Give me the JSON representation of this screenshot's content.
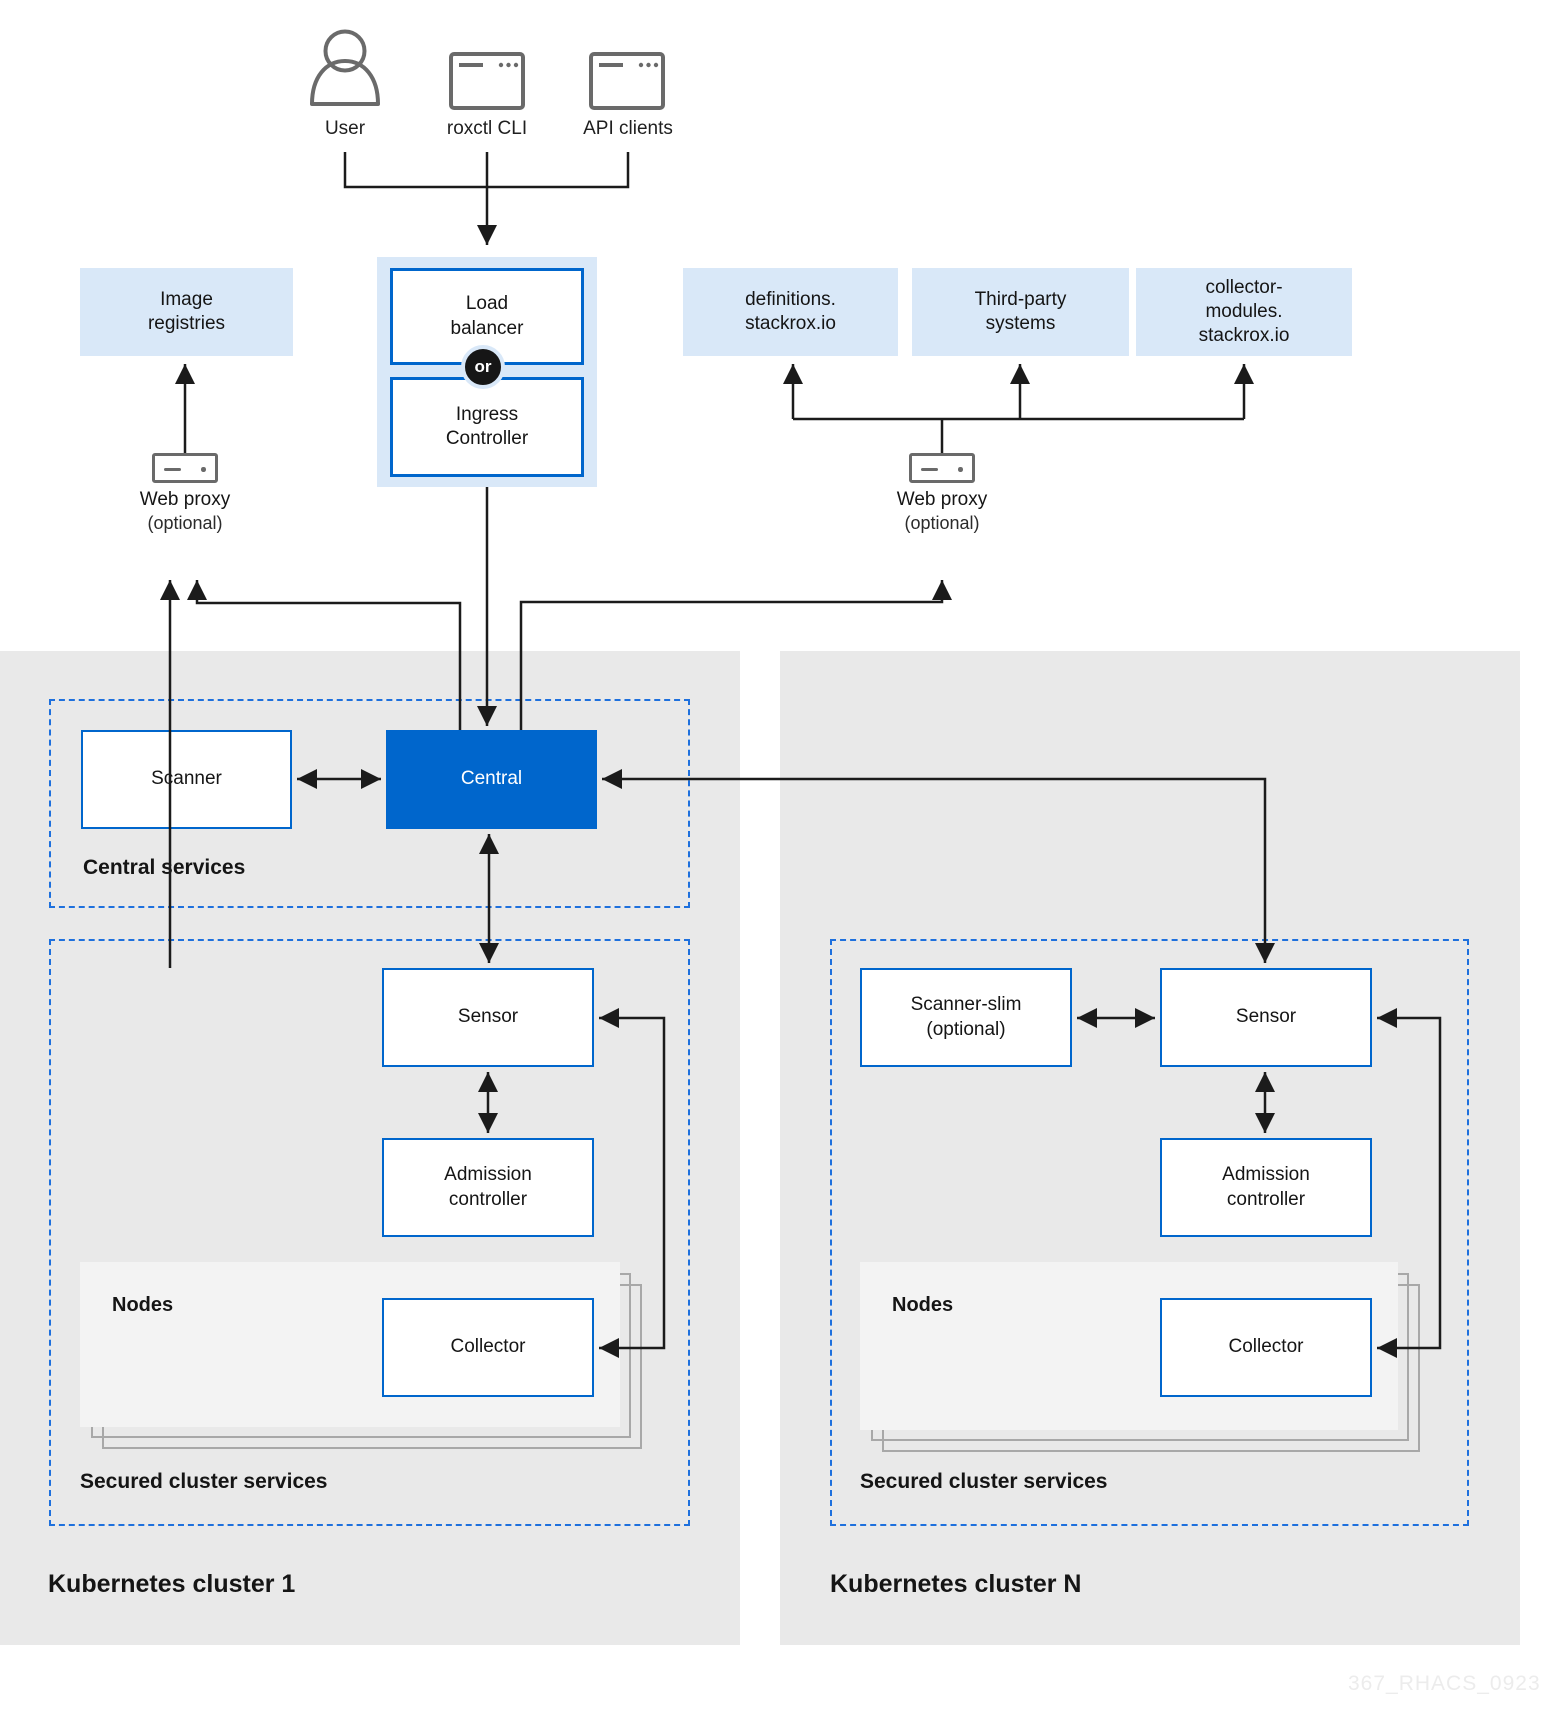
{
  "actors": {
    "user": "User",
    "roxctl": "roxctl CLI",
    "api": "API clients"
  },
  "external": {
    "image_registries": "Image\nregistries",
    "load_balancer": "Load\nbalancer",
    "or": "or",
    "ingress_controller": "Ingress\nController",
    "definitions": "definitions.\nstackrox.io",
    "third_party": "Third-party\nsystems",
    "collector_modules": "collector-\nmodules.\nstackrox.io"
  },
  "proxy": {
    "label": "Web proxy",
    "optional": "(optional)"
  },
  "central_services": {
    "title": "Central services",
    "scanner": "Scanner",
    "central": "Central"
  },
  "cluster1": {
    "title": "Kubernetes cluster 1",
    "services_title": "Secured cluster services",
    "sensor": "Sensor",
    "admission": "Admission\ncontroller",
    "nodes": "Nodes",
    "collector": "Collector"
  },
  "clusterN": {
    "title": "Kubernetes cluster N",
    "services_title": "Secured cluster services",
    "scanner_slim": "Scanner-slim\n(optional)",
    "sensor": "Sensor",
    "admission": "Admission\ncontroller",
    "nodes": "Nodes",
    "collector": "Collector"
  },
  "watermark": "367_RHACS_0923",
  "colors": {
    "accent": "#0066cc",
    "light_blue": "#d9e8f8",
    "dashed_border": "#1e70dd",
    "cluster_bg": "#e9e9e9",
    "nodes_bg": "#f3f3f3",
    "line": "#1b1b1b",
    "icon_stroke": "#6a6a6a",
    "text": "#151515",
    "watermark": "#ececec"
  }
}
